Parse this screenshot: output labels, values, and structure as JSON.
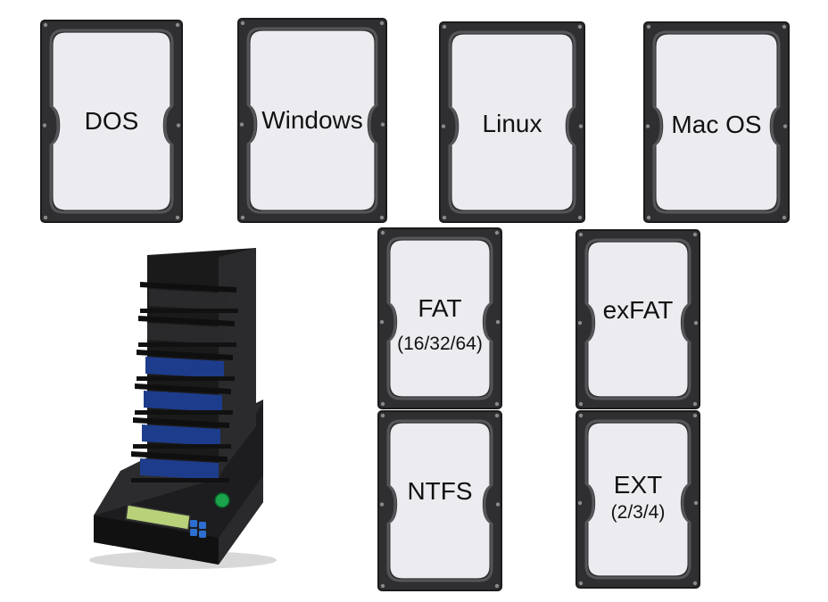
{
  "cards": [
    {
      "id": "dos",
      "label": "DOS",
      "sub": ""
    },
    {
      "id": "windows",
      "label": "Windows",
      "sub": ""
    },
    {
      "id": "linux",
      "label": "Linux",
      "sub": ""
    },
    {
      "id": "macos",
      "label": "Mac OS",
      "sub": ""
    },
    {
      "id": "fat",
      "label": "FAT",
      "sub": "(16/32/64)"
    },
    {
      "id": "exfat",
      "label": "exFAT",
      "sub": ""
    },
    {
      "id": "ntfs",
      "label": "NTFS",
      "sub": ""
    },
    {
      "id": "ext",
      "label": "EXT",
      "sub": "(2/3/4)"
    }
  ],
  "colors": {
    "frame": "#2f2f31",
    "frame_dark": "#1b1b1c",
    "panel": "#ececf0",
    "device_body": "#1d1d1f",
    "tray_blue": "#1e3c8c",
    "lcd": "#b9d27a",
    "start_button": "#1aa34a"
  },
  "icons": [
    "hard-drive-platter-icon",
    "hdd-duplicator-device-icon"
  ]
}
